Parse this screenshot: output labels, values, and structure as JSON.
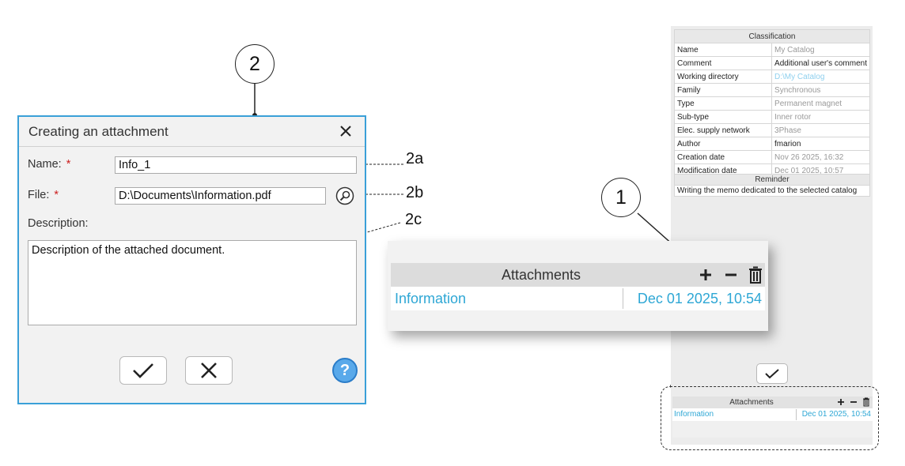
{
  "callouts": {
    "c1": "1",
    "c2": "2",
    "c2a": "2a",
    "c2b": "2b",
    "c2c": "2c"
  },
  "dialog": {
    "title": "Creating an attachment",
    "name_label": "Name:",
    "file_label": "File:",
    "required_mark": "*",
    "description_label": "Description:",
    "name_value": "Info_1",
    "file_value": "D:\\Documents\\Information.pdf",
    "description_value": "Description of the attached document.",
    "help_label": "?"
  },
  "classification": {
    "title": "Classification",
    "rows": [
      {
        "key": "Name",
        "value": "My Catalog"
      },
      {
        "key": "Comment",
        "value": "Additional user's comment"
      },
      {
        "key": "Working directory",
        "value": "D:\\My Catalog"
      },
      {
        "key": "Family",
        "value": "Synchronous"
      },
      {
        "key": "Type",
        "value": "Permanent magnet"
      },
      {
        "key": "Sub-type",
        "value": "Inner rotor"
      },
      {
        "key": "Elec. supply network",
        "value": "3Phase"
      },
      {
        "key": "Author",
        "value": "fmarion"
      },
      {
        "key": "Creation date",
        "value": "Nov 26 2025, 16:32"
      },
      {
        "key": "Modification date",
        "value": "Dec 01 2025, 10:57"
      }
    ]
  },
  "reminder": {
    "title": "Reminder",
    "text": "Writing the memo dedicated to the selected catalog"
  },
  "attachments": {
    "title": "Attachments",
    "item_name": "Information",
    "item_date": "Dec 01 2025, 10:54"
  },
  "colors": {
    "accent": "#3aa0d8",
    "link": "#2ea7d5",
    "required": "#cc1f1f",
    "help": "#59a9ea"
  }
}
